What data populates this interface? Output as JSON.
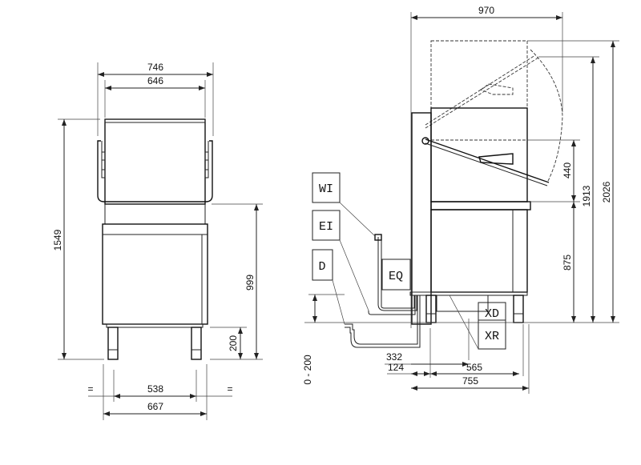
{
  "front_view": {
    "dims": {
      "outer_width": "746",
      "inner_width": "646",
      "height": "1549",
      "work_height": "999",
      "leg_height": "200",
      "leg_span": "538",
      "base_width": "667",
      "equal_left": "=",
      "equal_right": "="
    }
  },
  "side_view": {
    "dims": {
      "depth_open": "970",
      "height_open": "2026",
      "height_1913": "1913",
      "hood_440": "440",
      "table_875": "875",
      "adjust": "0 - 200",
      "d332": "332",
      "d124": "124",
      "d565": "565",
      "d755": "755"
    },
    "labels": {
      "wi": "WI",
      "ei": "EI",
      "d": "D",
      "eq": "EQ",
      "xd": "XD",
      "xr": "XR"
    }
  }
}
